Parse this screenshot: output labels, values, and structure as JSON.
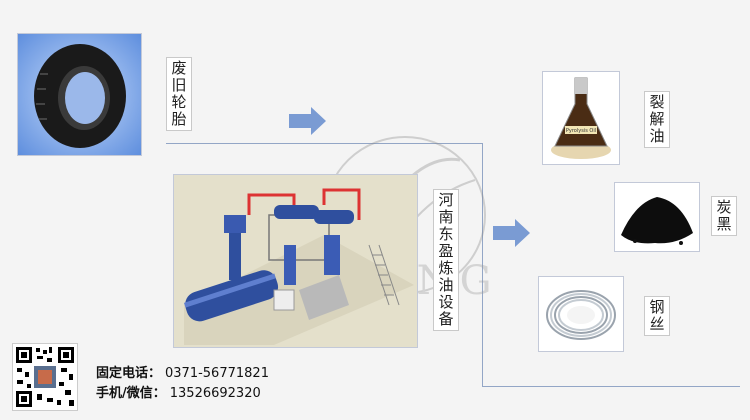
{
  "brand": {
    "watermark": "DOING"
  },
  "inputs": {
    "tire_label": "废旧轮胎"
  },
  "plant": {
    "label": "河南东盈炼油设备"
  },
  "outputs": [
    {
      "label": "裂解油",
      "flask_text": "Pyrolysis Oil"
    },
    {
      "label": "炭黑"
    },
    {
      "label": "钢丝"
    }
  ],
  "contact": {
    "phone_label": "固定电话：",
    "phone": "0371-56771821",
    "mobile_label": "手机/微信：",
    "mobile": "13526692320"
  },
  "colors": {
    "arrow": "#7a9bd3",
    "line": "#93a6c6",
    "accent": "#d33"
  }
}
